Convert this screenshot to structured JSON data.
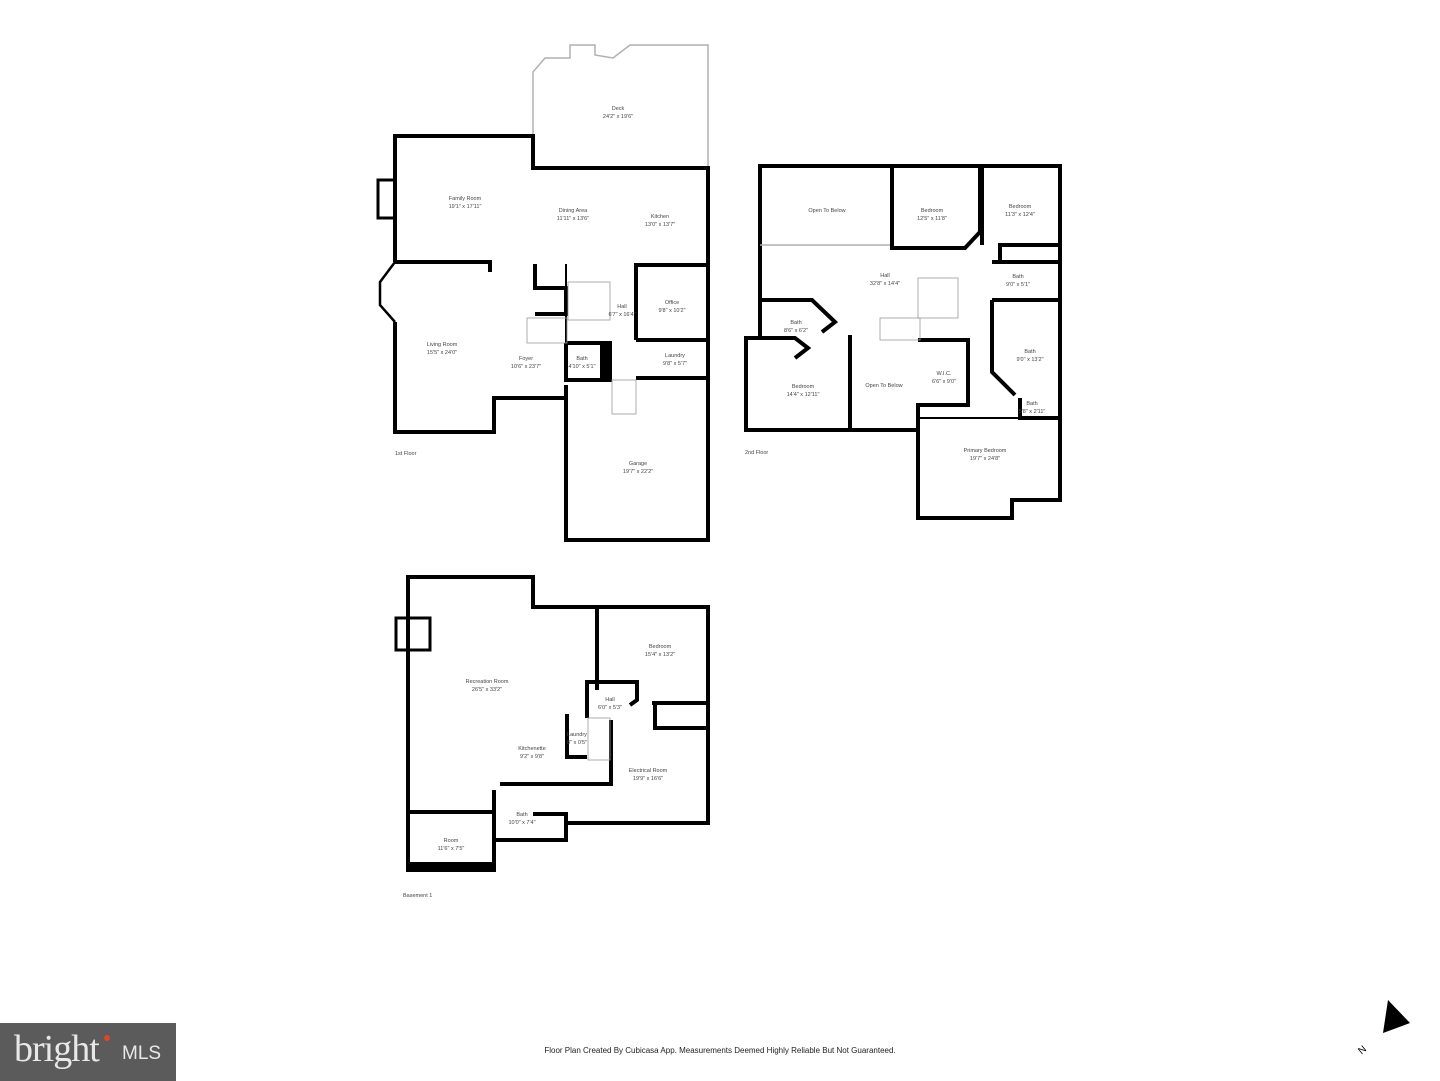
{
  "floors": {
    "first": {
      "label": "1st Floor",
      "rooms": [
        {
          "name": "Deck",
          "dims": "24'2\" x 19'6\""
        },
        {
          "name": "Family Room",
          "dims": "19'1\" x 17'11\""
        },
        {
          "name": "Dining Area",
          "dims": "11'11\" x 13'6\""
        },
        {
          "name": "Kitchen",
          "dims": "13'0\" x 13'7\""
        },
        {
          "name": "Hall",
          "dims": "6'7\" x 16'4\""
        },
        {
          "name": "Office",
          "dims": "9'8\" x 10'2\""
        },
        {
          "name": "Living Room",
          "dims": "15'5\" x 24'0\""
        },
        {
          "name": "Foyer",
          "dims": "10'6\" x 23'7\""
        },
        {
          "name": "Bath",
          "dims": "4'10\" x 5'1\""
        },
        {
          "name": "Laundry",
          "dims": "9'8\" x 5'7\""
        },
        {
          "name": "Garage",
          "dims": "19'7\" x 22'2\""
        }
      ]
    },
    "second": {
      "label": "2nd Floor",
      "rooms": [
        {
          "name": "Open To Below",
          "dims": ""
        },
        {
          "name": "Bedroom",
          "dims": "12'5\" x 11'8\""
        },
        {
          "name": "Bedroom",
          "dims": "11'3\" x 12'4\""
        },
        {
          "name": "Hall",
          "dims": "32'8\" x 14'4\""
        },
        {
          "name": "Bath",
          "dims": "9'0\" x 5'1\""
        },
        {
          "name": "Bath",
          "dims": "8'6\" x 6'2\""
        },
        {
          "name": "Bath",
          "dims": "9'0\" x 13'2\""
        },
        {
          "name": "Bedroom",
          "dims": "14'4\" x 12'11\""
        },
        {
          "name": "Open To Below",
          "dims": ""
        },
        {
          "name": "W.I.C.",
          "dims": "6'6\" x 9'0\""
        },
        {
          "name": "Bath",
          "dims": "5'8\" x 2'11\""
        },
        {
          "name": "Primary Bedroom",
          "dims": "19'7\" x 24'8\""
        }
      ]
    },
    "basement": {
      "label": "Basement 1",
      "rooms": [
        {
          "name": "Recreation Room",
          "dims": "26'5\" x 33'2\""
        },
        {
          "name": "Bedroom",
          "dims": "15'4\" x 13'2\""
        },
        {
          "name": "Hall",
          "dims": "6'0\" x 5'3\""
        },
        {
          "name": "Laundry",
          "dims": "8\" x 0'5\""
        },
        {
          "name": "Kitchenette",
          "dims": "9'2\" x 9'8\""
        },
        {
          "name": "Electrical Room",
          "dims": "19'9\" x 16'6\""
        },
        {
          "name": "Bath",
          "dims": "10'0\" x 7'4\""
        },
        {
          "name": "Room",
          "dims": "11'6\" x 7'5\""
        }
      ]
    }
  },
  "footer": "Floor Plan Created By Cubicasa App. Measurements Deemed Highly Reliable But Not Guaranteed.",
  "logo": {
    "text": "bright",
    "suffix": "MLS",
    "accent": "#e0452a",
    "background": "#5b5b5b"
  },
  "compass": {
    "label": "N",
    "icon": "north-arrow-icon"
  },
  "colors": {
    "wall": "#000000",
    "deck_outline": "#b0b0b0",
    "window": "#cccccc"
  }
}
